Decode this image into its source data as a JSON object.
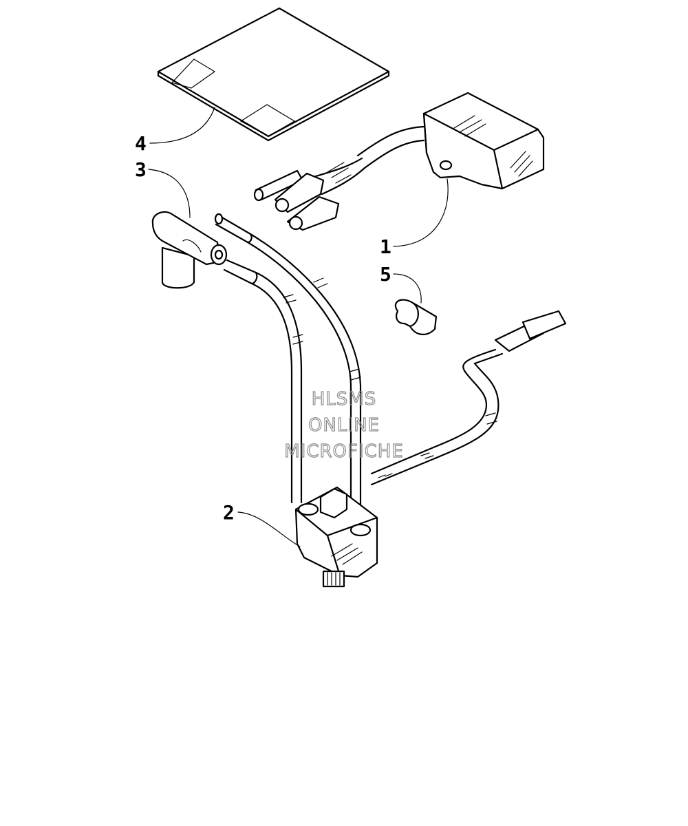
{
  "callouts": [
    {
      "id": "1",
      "label": "1",
      "part": "cdi-box"
    },
    {
      "id": "2",
      "label": "2",
      "part": "ignition-coil"
    },
    {
      "id": "3",
      "label": "3",
      "part": "spark-plug-cap"
    },
    {
      "id": "4",
      "label": "4",
      "part": "decal-sheet"
    },
    {
      "id": "5",
      "label": "5",
      "part": "wire-clip"
    }
  ],
  "watermark": {
    "line1": "HLSMS",
    "line2": "ONLINE",
    "line3": "MICROFICHE"
  }
}
